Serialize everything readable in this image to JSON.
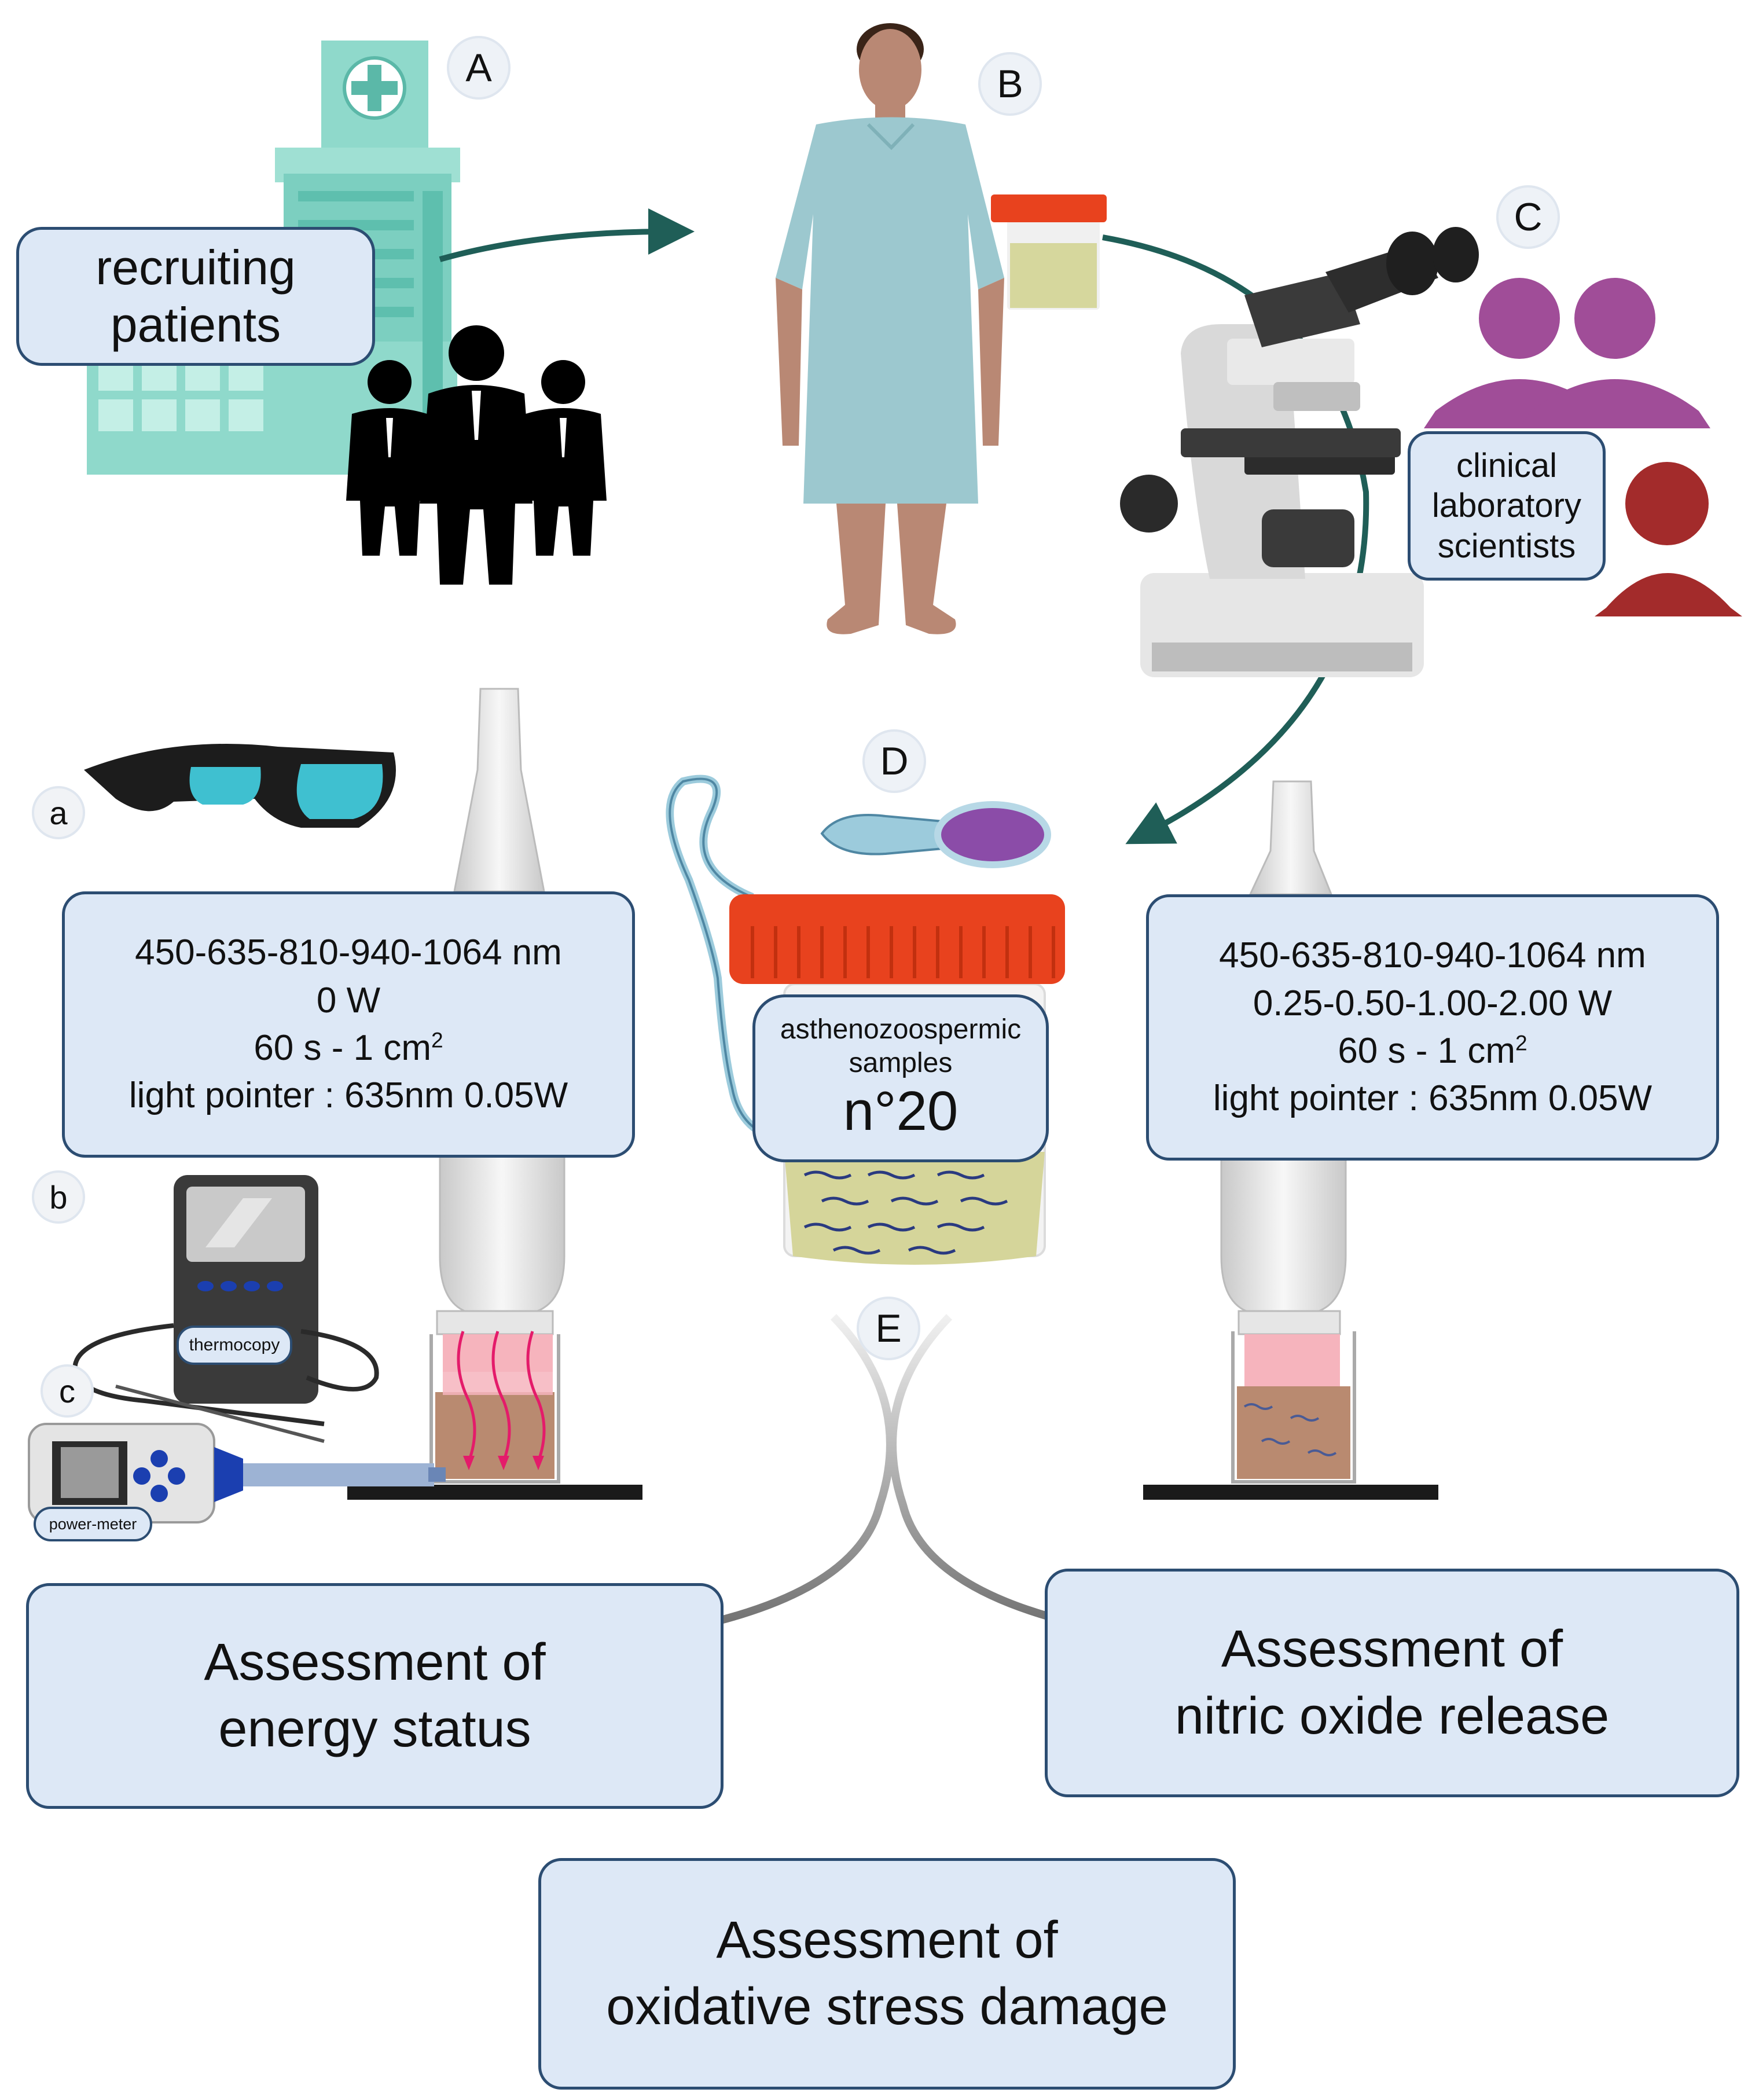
{
  "labels": {
    "A": "A",
    "B": "B",
    "C": "C",
    "D": "D",
    "E": "E",
    "a": "a",
    "b": "b",
    "c": "c"
  },
  "recruiting_box": {
    "line1": "recruiting",
    "line2": "patients"
  },
  "scientists_box": {
    "line1": "clinical",
    "line2": "laboratory",
    "line3": "scientists"
  },
  "left_params": {
    "line1": "450-635-810-940-1064 nm",
    "line2": "0 W",
    "line3_main": "60 s - 1 cm",
    "line3_sup": "2",
    "line4": "light pointer : 635nm 0.05W"
  },
  "right_params": {
    "line1": "450-635-810-940-1064 nm",
    "line2": "0.25-0.50-1.00-2.00 W",
    "line3_main": "60 s - 1 cm",
    "line3_sup": "2",
    "line4": "light pointer : 635nm 0.05W"
  },
  "sample_box": {
    "line1": "asthenozoospermic",
    "line2": "samples",
    "count": "n°20"
  },
  "device_labels": {
    "thermocopy": "thermocopy",
    "power_meter": "power-meter"
  },
  "assessments": {
    "energy": {
      "line1": "Assessment of",
      "line2": "energy status"
    },
    "nitric": {
      "line1": "Assessment of",
      "line2": "nitric oxide release"
    },
    "oxidative": {
      "line1": "Assessment of",
      "line2": "oxidative stress damage"
    }
  },
  "colors": {
    "box_fill": "#dde8f6",
    "box_border": "#2c4d72",
    "flow_arrow": "#1f5e57",
    "gray_arrow": "#6f6f6f",
    "hospital": "#7ccfc0",
    "gown": "#9cc8cf",
    "cup_lid": "#e8421e",
    "scientist_purple": "#a04d98",
    "scientist_red": "#a32b2b",
    "laser_light": "#f6b4bd"
  }
}
